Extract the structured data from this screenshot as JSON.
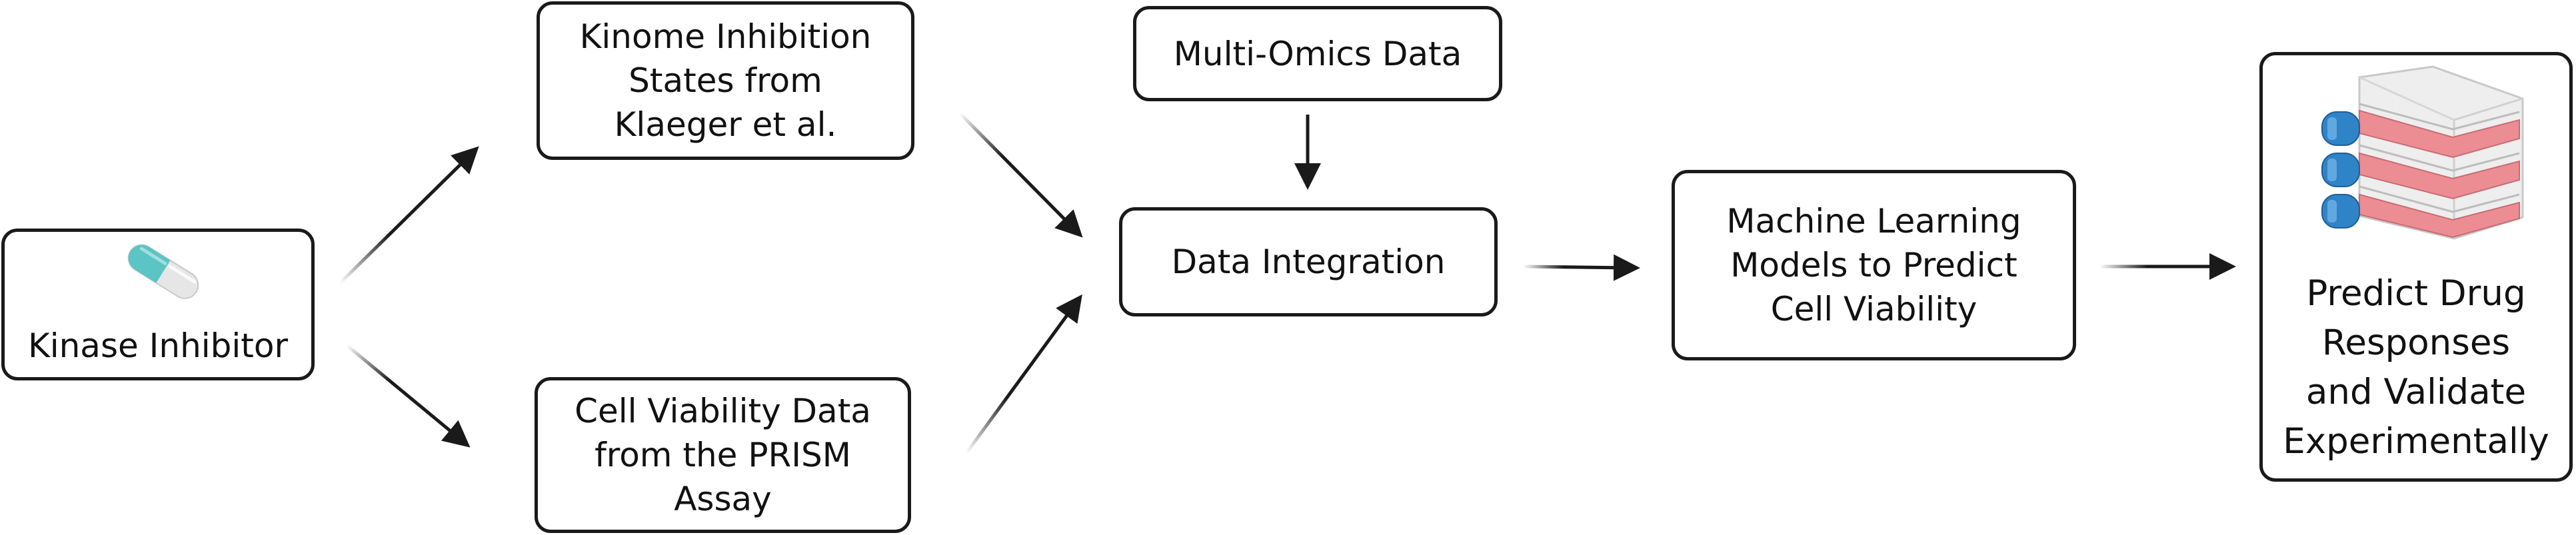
{
  "nodes": {
    "kinase_inhibitor": "Kinase Inhibitor",
    "kinome_states": "Kinome Inhibition\nStates from\nKlaeger et al.",
    "cell_viability_data": "Cell Viability Data\nfrom the PRISM\nAssay",
    "multi_omics": "Multi-Omics Data",
    "data_integration": "Data Integration",
    "ml_models": "Machine Learning\nModels to Predict\nCell Viability",
    "predict_validate": "Predict Drug\nResponses\nand Validate\nExperimentally"
  },
  "icons": {
    "kinase_inhibitor": "capsule-pill-icon",
    "predict_validate": "cell-culture-flasks-icon"
  },
  "colors": {
    "stroke": "#1a1a1a",
    "pill_teal": "#5bc4c4",
    "pill_grey": "#e6e6e6",
    "flask_cap": "#2f84c7",
    "flask_media": "#ec8c93",
    "flask_body": "#e8e8e8"
  }
}
